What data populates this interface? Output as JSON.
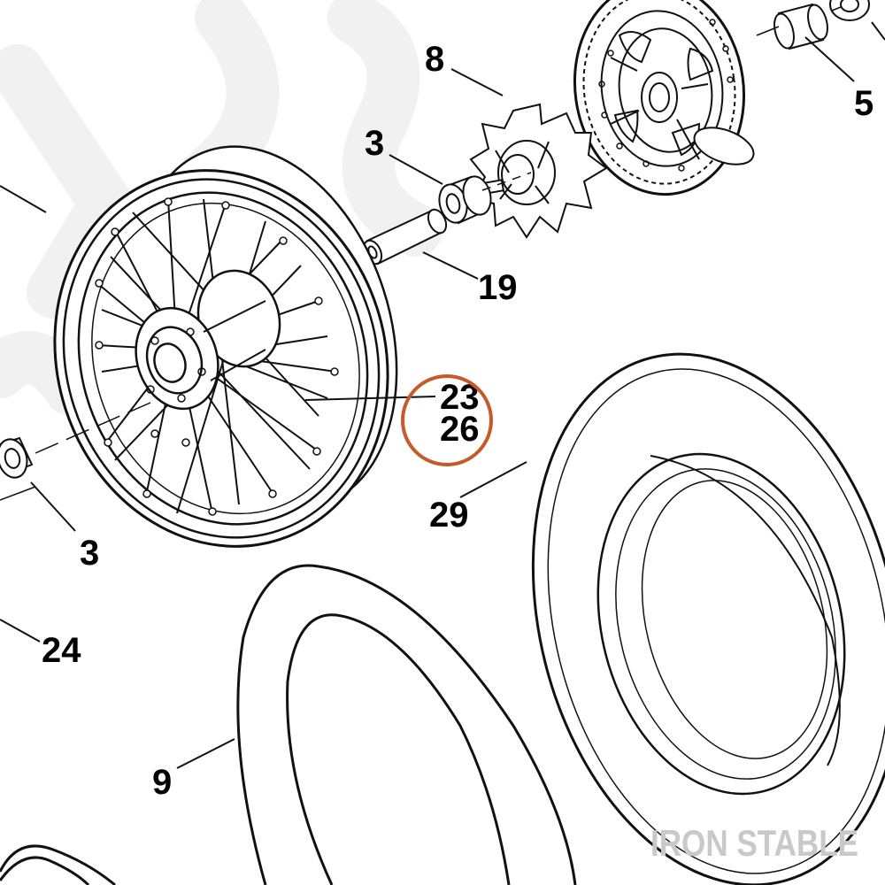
{
  "callouts": {
    "c8": "8",
    "c3_top": "3",
    "c5": "5",
    "c19": "19",
    "c23": "23",
    "c26": "26",
    "c29": "29",
    "c3_bottom": "3",
    "c24": "24",
    "c9": "9"
  },
  "watermark": "IRON STABLE",
  "colors": {
    "highlight_circle": "#c8592a",
    "line": "#111111",
    "watermark": "#c9c9c9"
  }
}
